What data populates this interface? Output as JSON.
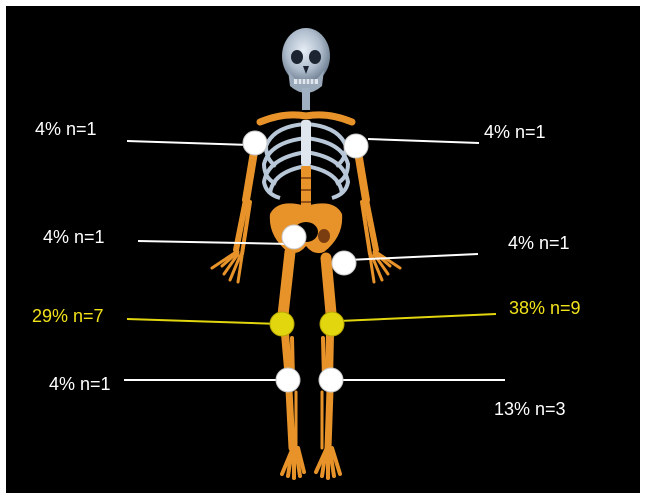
{
  "colors": {
    "background": "#000000",
    "frame": "#ffffff",
    "bone": "#e8932a",
    "skull": "#aebccc",
    "marker_default": "#ffffff",
    "marker_highlight": "#e2d60f",
    "line_default": "#ffffff",
    "line_highlight": "#e2d60f",
    "text_default": "#ffffff",
    "text_highlight": "#f2e21b"
  },
  "labels": {
    "right_shoulder": "4% n=1",
    "left_shoulder": "4% n=1",
    "right_hip": "4% n=1",
    "left_hip": "4% n=1",
    "right_knee": "29% n=7",
    "left_knee": "38% n=9",
    "right_ankle": "4% n=1",
    "left_ankle": "13% n=3"
  },
  "highlighted": [
    "right_knee",
    "left_knee"
  ]
}
